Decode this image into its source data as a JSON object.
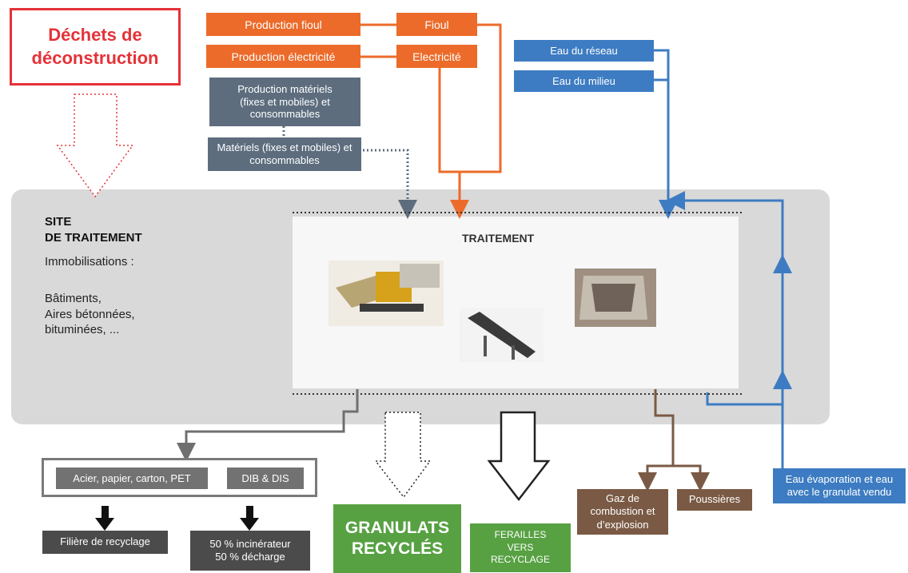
{
  "title": {
    "line1": "Déchets de",
    "line2": "déconstruction"
  },
  "energy": {
    "production_fioul": "Production fioul",
    "fioul": "Fioul",
    "production_electricite": "Production électricité",
    "electricite": "Electricité"
  },
  "materials": {
    "production": "Production matériels (fixes et mobiles) et consommables",
    "materiels": "Matériels (fixes et mobiles) et consommables"
  },
  "water": {
    "reseau": "Eau du réseau",
    "milieu": "Eau du milieu"
  },
  "site": {
    "title_line1": "SITE",
    "title_line2": "DE TRAITEMENT",
    "immobilisations": "Immobilisations :",
    "items": [
      "Bâtiments,",
      "Aires bétonnées,",
      "bituminées, ..."
    ]
  },
  "traitement": {
    "label": "TRAITEMENT"
  },
  "outputs": {
    "acier": "Acier, papier, carton, PET",
    "dib": "DIB & DIS",
    "filiere": "Filière de recyclage",
    "incinerateur": "50 % incinérateur",
    "decharge": "50 % décharge",
    "granulats_line1": "GRANULATS",
    "granulats_line2": "RECYCLÉS",
    "ferailles": "FERAILLES VERS RECYCLAGE",
    "gaz": "Gaz de combustion et d’explosion",
    "poussieres": "Poussières",
    "evaporation": "Eau évaporation et eau avec le granulat vendu"
  },
  "colors": {
    "orange": "#ec6b2a",
    "blue": "#3d7cc2",
    "slate": "#5d6d7e",
    "brown": "#7a5a45",
    "green": "#57a143",
    "red": "#e53238"
  }
}
